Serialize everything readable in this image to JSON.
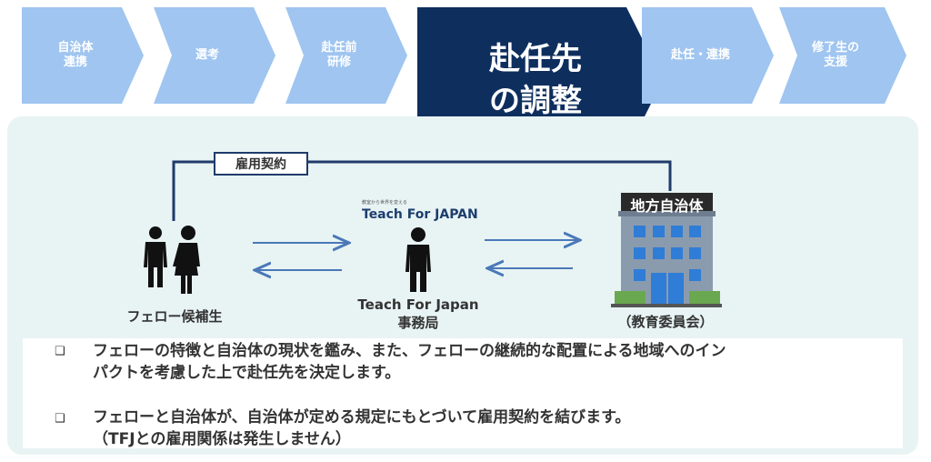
{
  "steps": [
    {
      "label": "自治体\n連携"
    },
    {
      "label": "選考"
    },
    {
      "label": "赴任前\n研修"
    },
    {
      "label": "赴任先\nの調整"
    },
    {
      "label": "赴任・連携"
    },
    {
      "label": "修了生の\n支援"
    }
  ],
  "colors": {
    "step": "#9fc5f0",
    "active": "#0e2f5e",
    "line": "#1f3b6a",
    "arrow": "#4a78b8"
  },
  "contract_label": "雇用契約",
  "candidate_label": "フェロー候補生",
  "tfj": {
    "logo_small": "教室から世界を変える",
    "logo": "Teach For JAPAN",
    "label": "Teach For Japan\n事務局"
  },
  "municipality": {
    "sign": "地方自治体",
    "label": "（教育委員会）"
  },
  "bullets": [
    {
      "marker": "❑",
      "text": "フェローの特徴と自治体の現状を鑑み、また、フェローの継続的な配置による地域へのイン\nパクトを考慮した上で赴任先を決定します。"
    },
    {
      "marker": "❑",
      "text": "フェローと自治体が、自治体が定める規定にもとづいて雇用契約を結びます。\n（TFJとの雇用関係は発生しません）"
    }
  ]
}
